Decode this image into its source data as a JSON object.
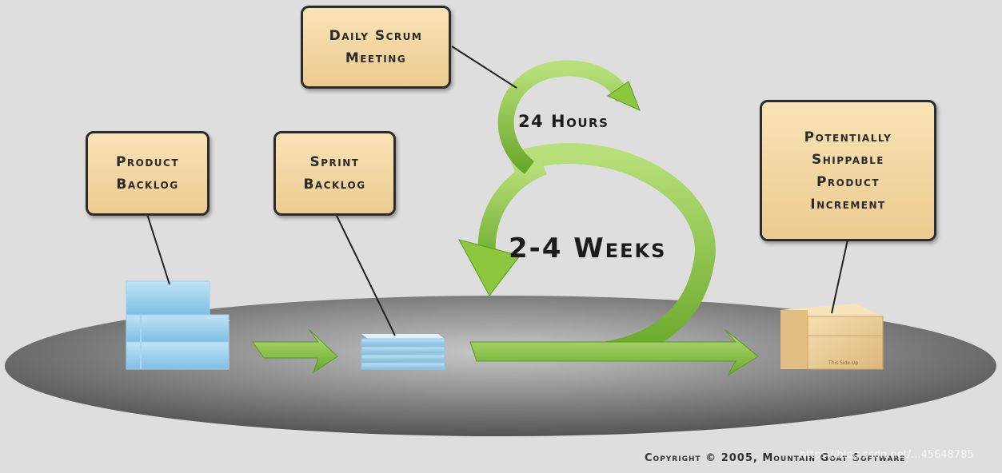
{
  "diagram": {
    "daily_scrum": [
      "Daily Scrum",
      "Meeting"
    ],
    "product_backlog": [
      "Product",
      "Backlog"
    ],
    "sprint_backlog": [
      "Sprint",
      "Backlog"
    ],
    "increment": [
      "Potentially",
      "Shippable",
      "Product",
      "Increment"
    ],
    "hours_label": "24 Hours",
    "weeks_label": "2-4 Weeks",
    "copyright": "Copyright © 2005, Mountain Goat Software",
    "watermark": "https://blog.csdn.net/...45648785",
    "box_text": "This Side Up"
  },
  "colors": {
    "callout_fill": "#f5ddaa",
    "arrow_green": "#8dc63f",
    "platform_gray": "#7a7a7a",
    "backlog_blue": "#8ec9ea",
    "box_tan": "#e8c990"
  },
  "icons": [
    "product-backlog-stack-icon",
    "sprint-backlog-stack-icon",
    "shippable-box-icon",
    "sprint-cycle-arrow-icon",
    "daily-cycle-arrow-icon",
    "flow-arrow-icon"
  ]
}
